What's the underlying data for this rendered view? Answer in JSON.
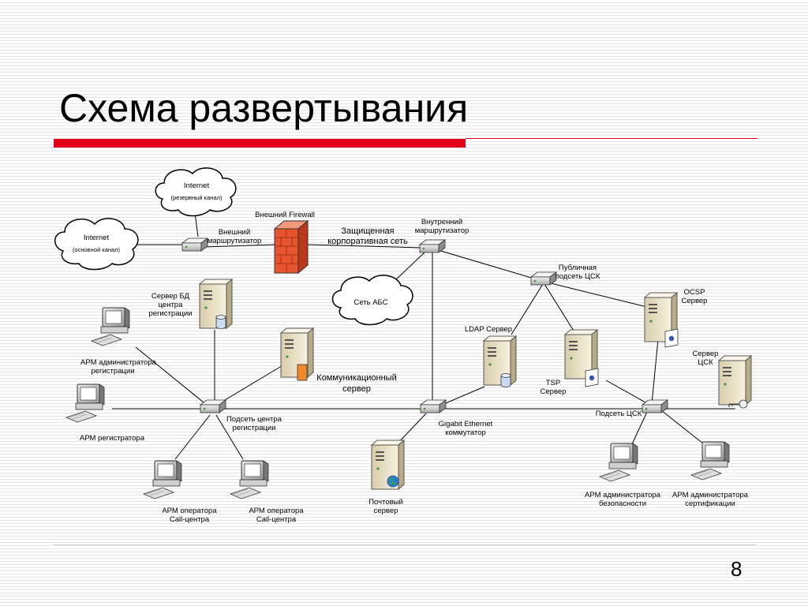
{
  "slide": {
    "title": "Схема развертывания",
    "page_number": "8"
  },
  "colors": {
    "accent": "#e3001b",
    "firewall": "#e8542e",
    "server": "#efe6cc",
    "monitor_screen": "#ffffff"
  },
  "nodes": {
    "internet_backup": {
      "line1": "Internet",
      "line2": "(резервный канал)"
    },
    "internet_main": {
      "line1": "Internet",
      "line2": "(основной канал)"
    },
    "external_firewall": {
      "label": "Внешний Firewall"
    },
    "external_router": {
      "line1": "Внешний",
      "line2": "маршрутизатор"
    },
    "corporate_network": {
      "line1": "Защищенная",
      "line2": "корпоративная сеть"
    },
    "internal_router": {
      "line1": "Внутренний",
      "line2": "маршрутизатор"
    },
    "public_subnet": {
      "line1": "Публичная",
      "line2": "подсеть ЦСК"
    },
    "abs_network": {
      "label": "Сеть АБС"
    },
    "db_server": {
      "line1": "Сервер БД",
      "line2": "центра",
      "line3": "регистрации"
    },
    "registration_admin": {
      "line1": "АРМ администратора",
      "line2": "регистрации"
    },
    "comm_server": {
      "line1": "Коммуникационный",
      "line2": "сервер"
    },
    "ldap_server": {
      "label": "LDAP Сервер"
    },
    "tsp_server": {
      "line1": "TSP",
      "line2": "Сервер"
    },
    "ocsp_server": {
      "line1": "OCSP",
      "line2": "Сервер"
    },
    "csk_server": {
      "line1": "Сервер",
      "line2": "ЦСК"
    },
    "registrar_ws": {
      "label": "АРМ регистратора"
    },
    "registration_subnet": {
      "line1": "Подсеть центра",
      "line2": "регистрации"
    },
    "gigabit_switch": {
      "line1": "Gigabit Ethernet",
      "line2": "коммутатор"
    },
    "csk_subnet": {
      "label": "Подсеть ЦСК"
    },
    "callcenter_op1": {
      "line1": "АРМ оператора",
      "line2": "Call-центра"
    },
    "callcenter_op2": {
      "line1": "АРМ оператора",
      "line2": "Call-центра"
    },
    "mail_server": {
      "line1": "Почтовый",
      "line2": "сервер"
    },
    "security_admin": {
      "line1": "АРМ администратора",
      "line2": "безопасности"
    },
    "cert_admin": {
      "line1": "АРМ администратора",
      "line2": "сертификации"
    }
  }
}
